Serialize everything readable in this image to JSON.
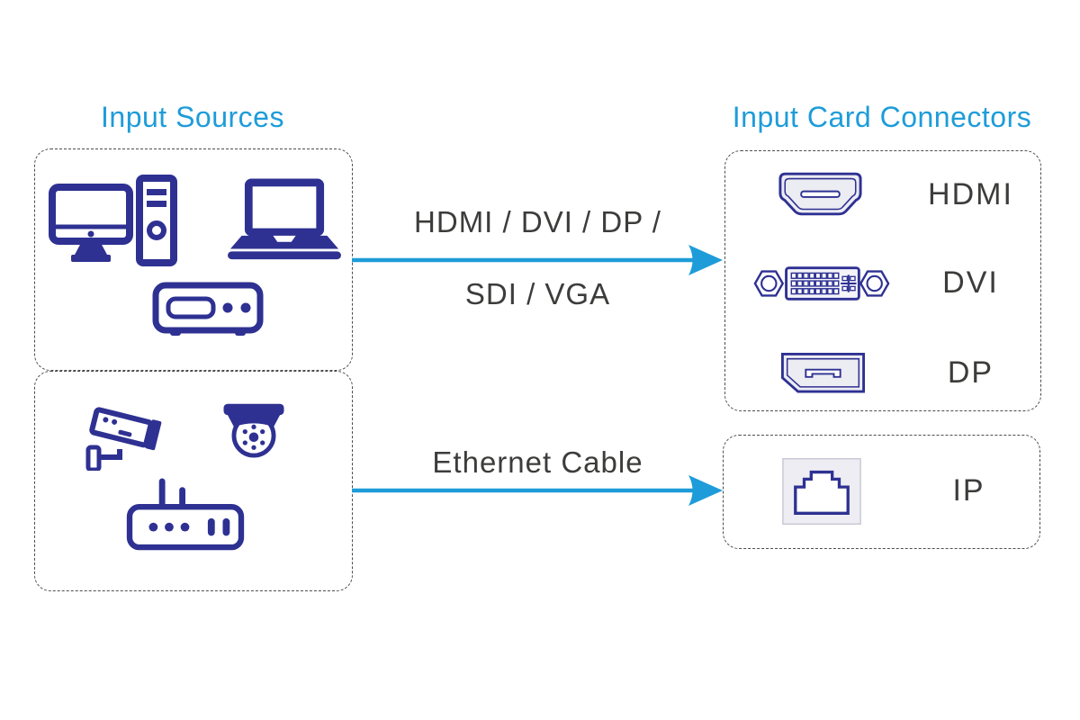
{
  "colors": {
    "accent_cyan": "#1E9CD9",
    "icon_navy": "#2E3192",
    "text_dark": "#3C3C3B",
    "connector_fill": "#ECECF3",
    "box_border": "#4D4D4D"
  },
  "left_panel": {
    "title": "Input Sources",
    "groups": [
      {
        "name": "computer-sources",
        "icons": [
          "desktop-computer-icon",
          "laptop-icon",
          "set-top-box-icon"
        ]
      },
      {
        "name": "camera-network-sources",
        "icons": [
          "cctv-camera-icon",
          "dome-camera-icon",
          "router-icon"
        ]
      }
    ]
  },
  "connections": [
    {
      "label_line1": "HDMI / DVI / DP /",
      "label_line2": "SDI / VGA"
    },
    {
      "label_line1": "Ethernet Cable"
    }
  ],
  "right_panel": {
    "title": "Input Card Connectors",
    "groups": [
      {
        "connectors": [
          {
            "icon": "hdmi-port-icon",
            "label": "HDMI"
          },
          {
            "icon": "dvi-port-icon",
            "label": "DVI"
          },
          {
            "icon": "dp-port-icon",
            "label": "DP"
          }
        ]
      },
      {
        "connectors": [
          {
            "icon": "rj45-port-icon",
            "label": "IP"
          }
        ]
      }
    ]
  }
}
